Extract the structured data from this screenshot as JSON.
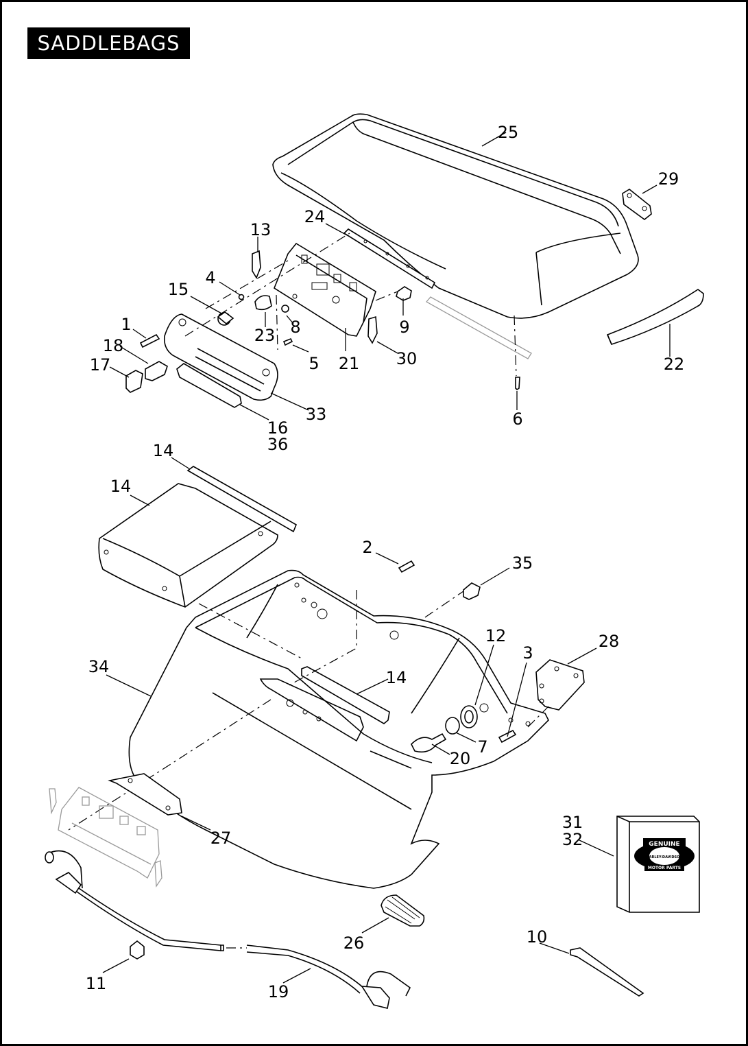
{
  "title": "SADDLEBAGS",
  "callouts": {
    "c1": "1",
    "c2": "2",
    "c3": "3",
    "c4": "4",
    "c5": "5",
    "c6": "6",
    "c7": "7",
    "c8": "8",
    "c9": "9",
    "c10": "10",
    "c11": "11",
    "c12": "12",
    "c13": "13",
    "c14a": "14",
    "c14b": "14",
    "c14c": "14",
    "c15": "15",
    "c16": "16",
    "c36": "36",
    "c17": "17",
    "c18": "18",
    "c19": "19",
    "c20": "20",
    "c21": "21",
    "c22": "22",
    "c23": "23",
    "c24": "24",
    "c25": "25",
    "c26": "26",
    "c27": "27",
    "c28": "28",
    "c29": "29",
    "c30": "30",
    "c31": "31",
    "c32": "32",
    "c33": "33",
    "c34": "34",
    "c35": "35"
  },
  "emblem": {
    "top": "GENUINE",
    "middle": "HARLEY-DAVIDSON",
    "bottom": "MOTOR PARTS"
  }
}
